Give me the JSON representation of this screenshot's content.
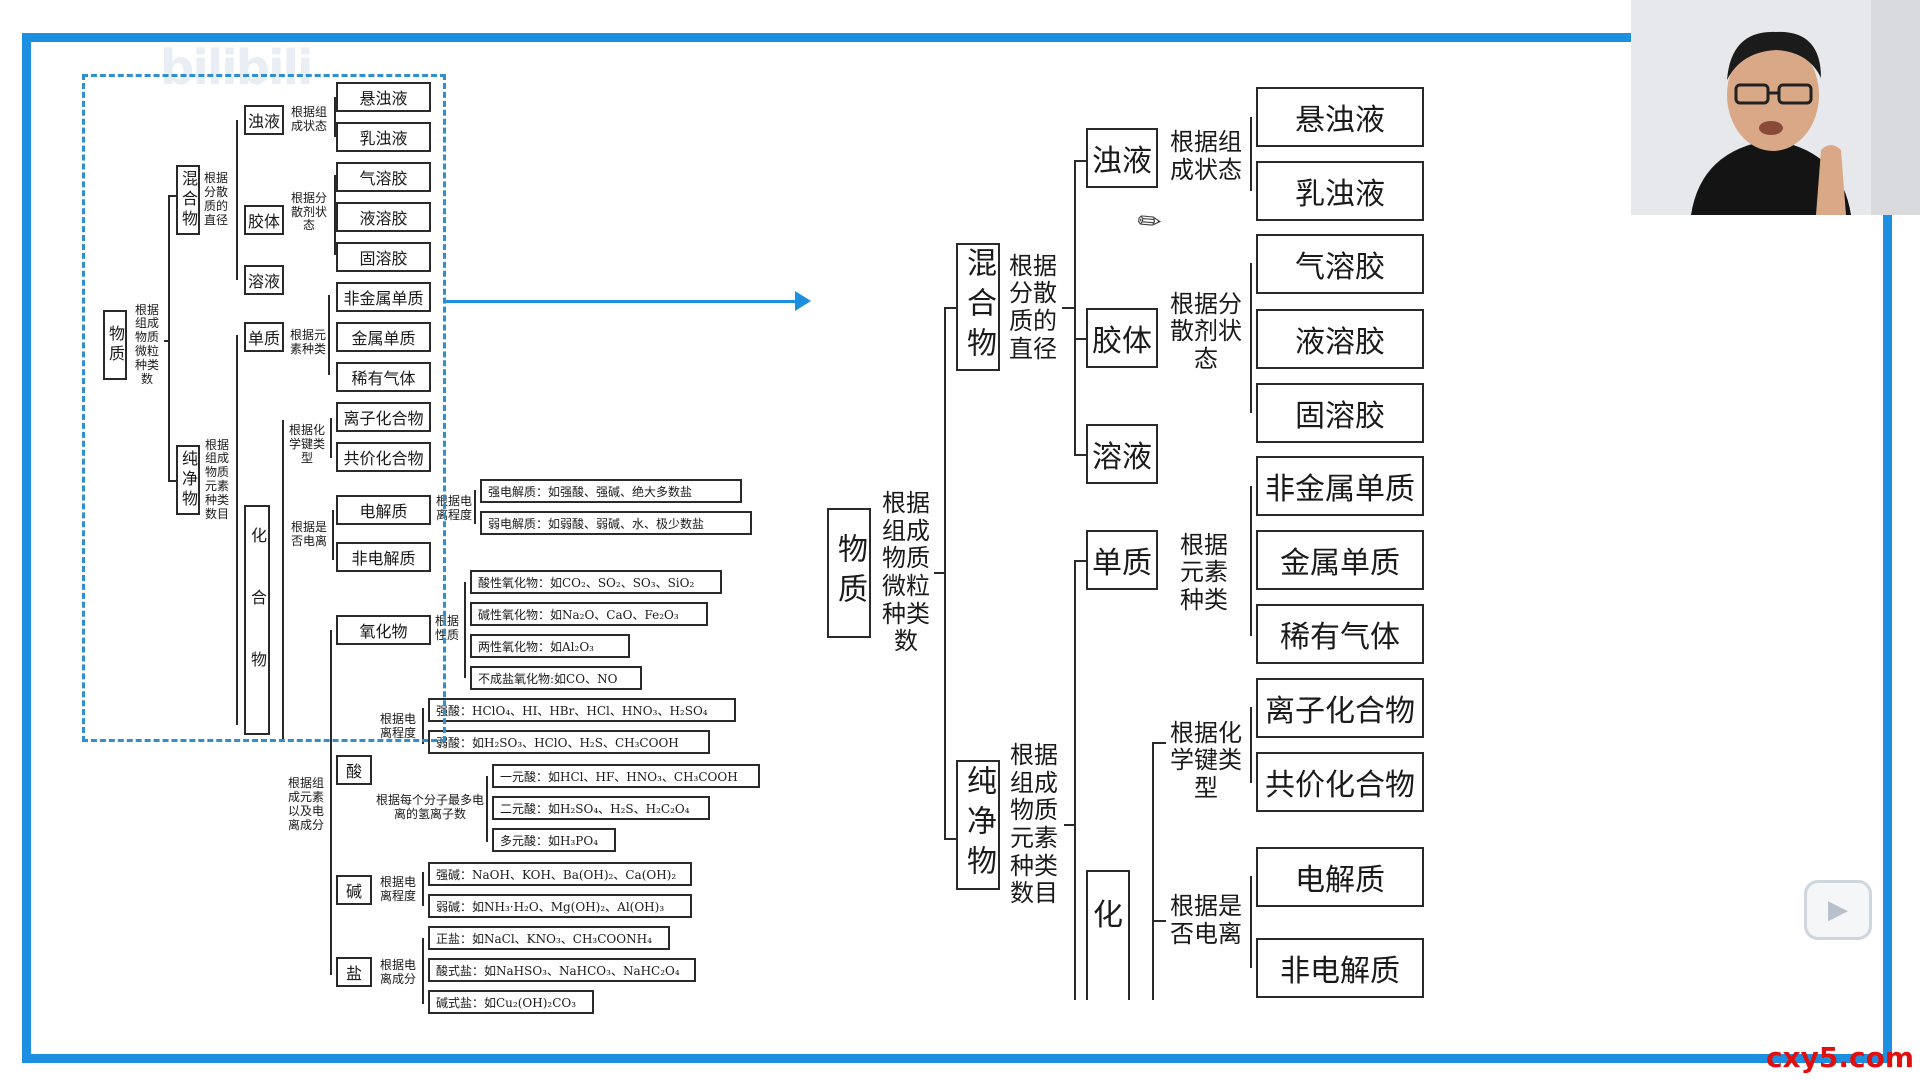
{
  "watermark": "bilibili",
  "logo": "cxy5.com",
  "small": {
    "root": "物质",
    "root_crit": "根据组成物质微粒种类数",
    "mix": "混合物",
    "mix_crit": "根据分散质的直径",
    "zhuoye": "浊液",
    "zhuoye_crit": "根据组成状态",
    "xuanzhuoye": "悬浊液",
    "ruzhuoye": "乳浊液",
    "jiaoti": "胶体",
    "jiaoti_crit": "根据分散剂状态",
    "qirongjiao": "气溶胶",
    "yerongjiao": "液溶胶",
    "gurongjiao": "固溶胶",
    "rongye": "溶液",
    "pure": "纯净物",
    "pure_crit": "根据组成物质元素种类数目",
    "danzhi": "单质",
    "danzhi_crit": "根据元素种类",
    "feijinshu": "非金属单质",
    "jinshu": "金属单质",
    "xiyou": "稀有气体",
    "huahewu": "化合物",
    "bond_crit": "根据化学键类型",
    "lizi": "离子化合物",
    "gongjia": "共价化合物",
    "dianli_crit": "根据是否电离",
    "dianjiezhi": "电解质",
    "dianli_degree": "根据电离程度",
    "qiang_dj": "强电解质：如强酸、强碱、绝大多数盐",
    "ruo_dj": "弱电解质：如弱酸、弱碱、水、极少数盐",
    "feidianjiezhi": "非电解质",
    "yuansu_crit": "根据组成元素以及电离成分",
    "yanghuawu": "氧化物",
    "xingzhi_crit": "根据性质",
    "suanxing_yh": "酸性氧化物：如CO₂、SO₂、SO₃、SiO₂",
    "jianxing_yh": "碱性氧化物：如Na₂O、CaO、Fe₂O₃",
    "liangxing_yh": "两性氧化物：如Al₂O₃",
    "buchengyan_yh": "不成盐氧化物:如CO、NO",
    "suan": "酸",
    "suan_dl_crit": "根据电离程度",
    "qiangsuan": "强酸：HClO₄、HI、HBr、HCl、HNO₃、H₂SO₄",
    "ruosuan": "弱酸：如H₂SO₃、HClO、H₂S、CH₃COOH",
    "h_crit": "根据每个分子最多电离的氢离子数",
    "yiyuansuan": "一元酸：如HCl、HF、HNO₃、CH₃COOH",
    "eryuansuan": "二元酸：如H₂SO₄、H₂S、H₂C₂O₄",
    "duoyuansuan": "多元酸：如H₃PO₄",
    "jian": "碱",
    "jian_crit": "根据电离程度",
    "qiangjian": "强碱：NaOH、KOH、Ba(OH)₂、Ca(OH)₂",
    "ruojian": "弱碱：如NH₃·H₂O、Mg(OH)₂、Al(OH)₃",
    "yan": "盐",
    "yan_crit": "根据电离成分",
    "zhengyan": "正盐：如NaCl、KNO₃、CH₃COONH₄",
    "suanshiyan": "酸式盐：如NaHSO₃、NaHCO₃、NaHC₂O₄",
    "jianshiyan": "碱式盐：如Cu₂(OH)₂CO₃"
  },
  "large": {
    "root": "物质",
    "root_crit": "根据组成物质微粒种类数",
    "mix": "混合物",
    "mix_crit": "根据分散质的直径",
    "zhuoye": "浊液",
    "zhuoye_crit": "根据组成状态",
    "xuanzhuoye": "悬浊液",
    "ruzhuoye": "乳浊液",
    "jiaoti": "胶体",
    "jiaoti_crit": "根据分散剂状态",
    "qirongjiao": "气溶胶",
    "yerongjiao": "液溶胶",
    "gurongjiao": "固溶胶",
    "rongye": "溶液",
    "pure": "纯净物",
    "pure_crit": "根据组成物质元素种类数目",
    "danzhi": "单质",
    "danzhi_crit": "根据元素种类",
    "feijinshu": "非金属单质",
    "jinshu": "金属单质",
    "xiyou": "稀有气体",
    "hua": "化",
    "bond_crit": "根据化学键类型",
    "lizi": "离子化合物",
    "gongjia": "共价化合物",
    "dianli_crit": "根据是否电离",
    "dianjiezhi": "电解质",
    "feidianjiezhi": "非电解质"
  },
  "icons": {
    "cursor": "pencil-cursor-icon",
    "play": "play-icon"
  }
}
